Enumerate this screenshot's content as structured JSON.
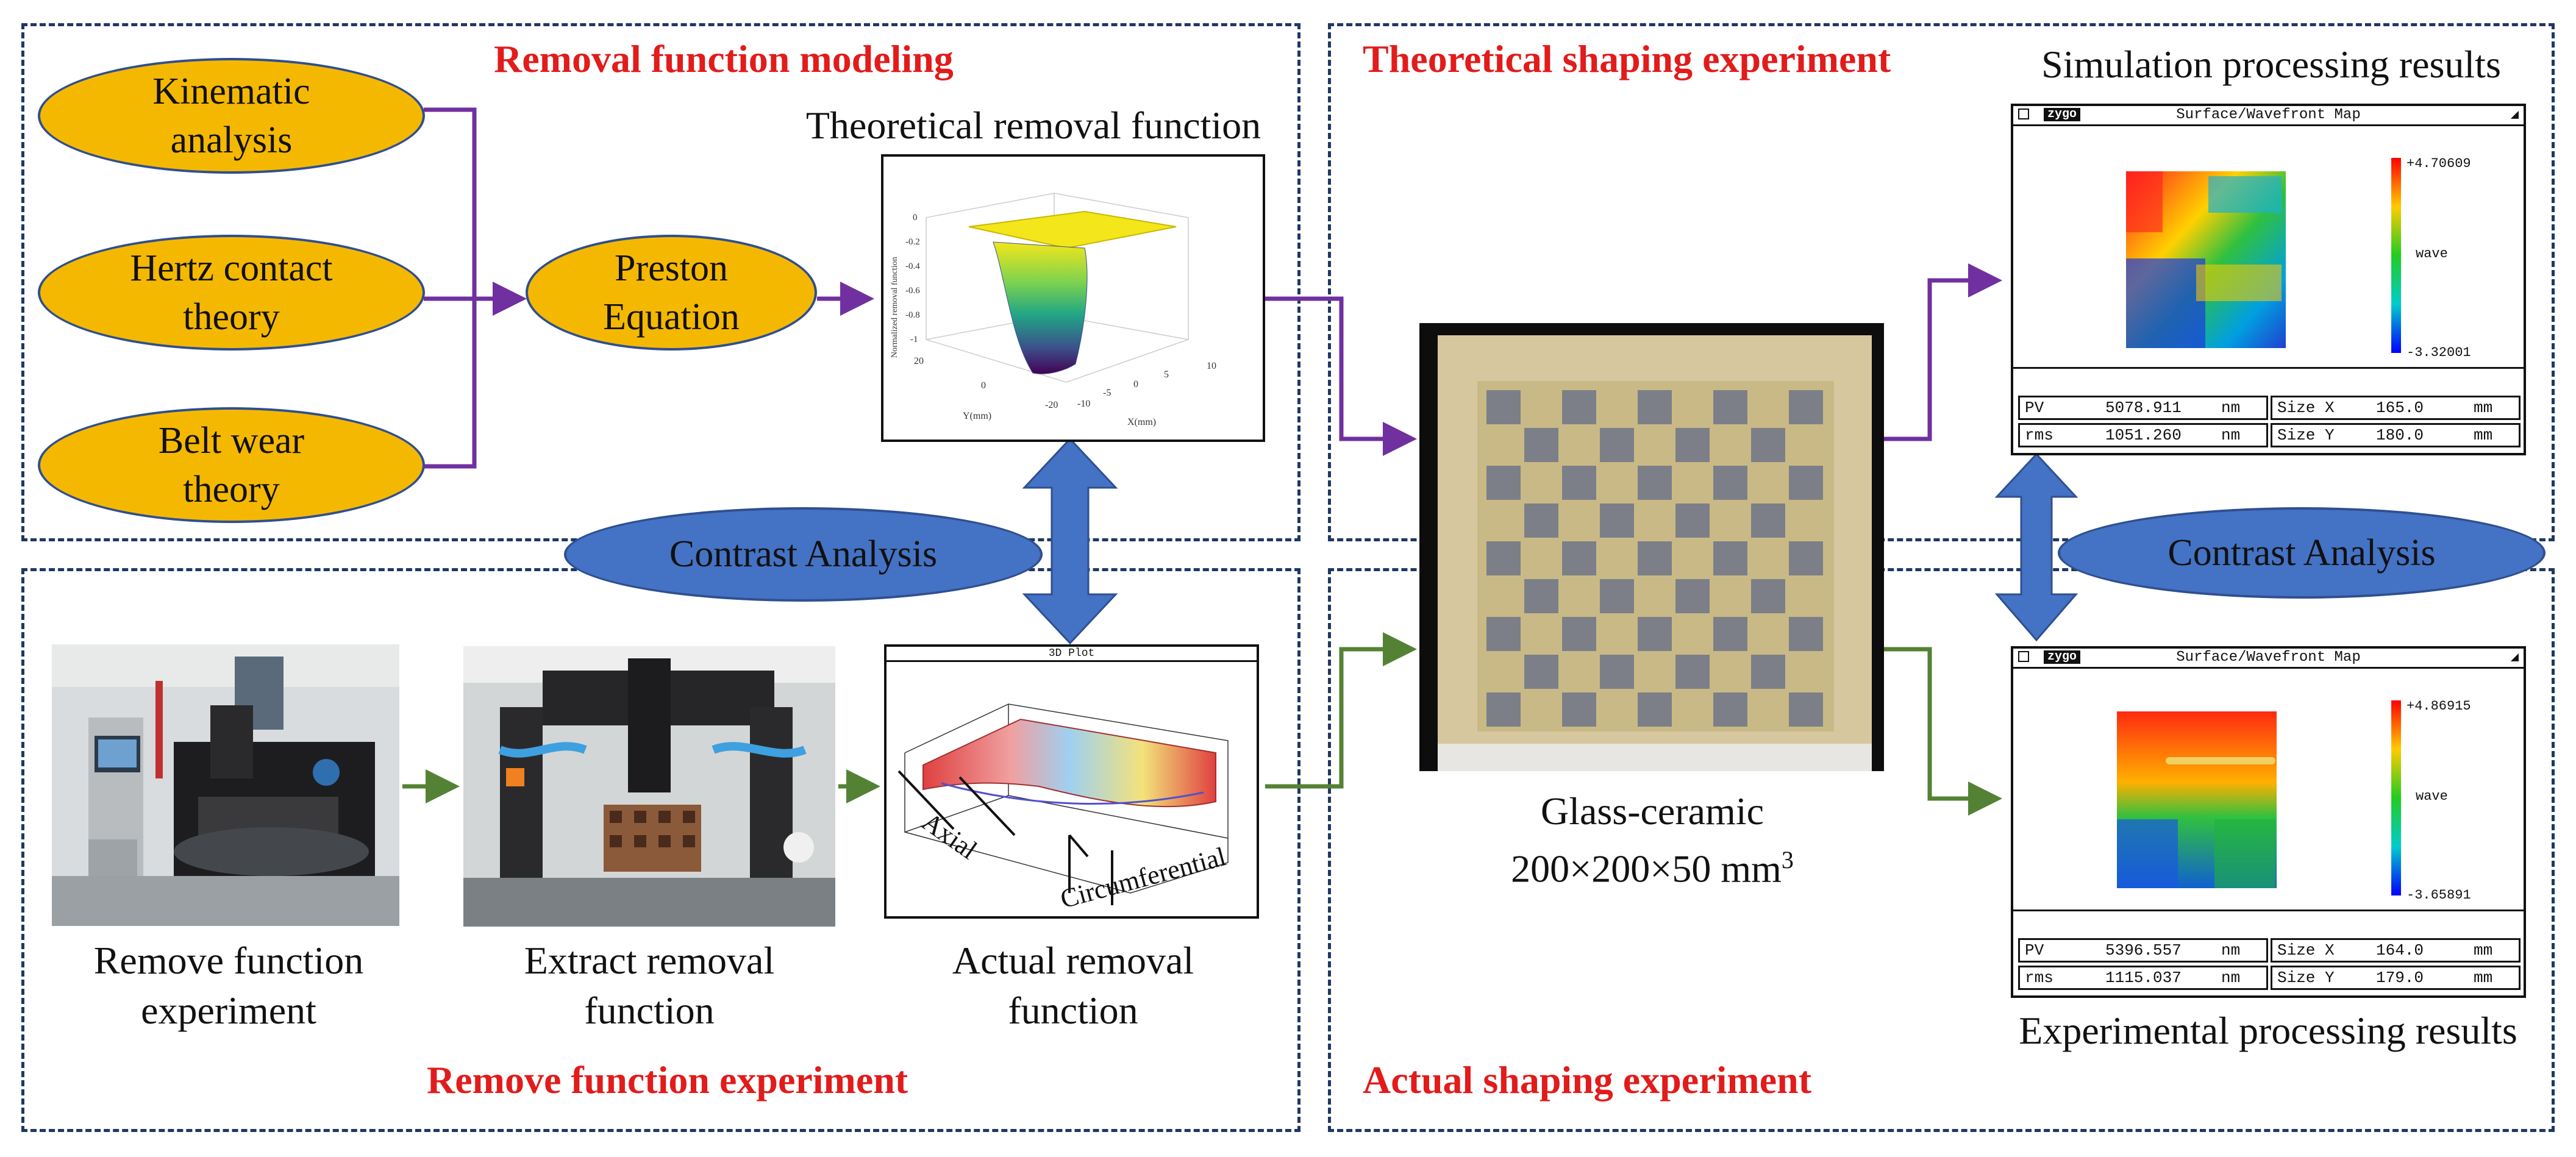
{
  "sections": {
    "modeling_title": "Removal function modeling",
    "theoretical_title": "Theoretical shaping experiment",
    "experiment_title": "Remove function experiment",
    "actual_title": "Actual shaping experiment"
  },
  "ovals": {
    "kinematic": "Kinematic analysis",
    "hertz": "Hertz contact theory",
    "belt": "Belt wear theory",
    "preston": "Preston Equation"
  },
  "contrast_left": "Contrast Analysis",
  "contrast_right": "Contrast Analysis",
  "captions": {
    "theoretical_removal": "Theoretical removal function",
    "remove_experiment": "Remove function experiment",
    "extract_removal": "Extract removal function",
    "actual_removal": "Actual removal function",
    "glass_ceramic_line1": "Glass-ceramic",
    "glass_ceramic_line2": "200×200×50 mm",
    "glass_ceramic_sup": "3",
    "simulation_results": "Simulation processing results",
    "experimental_results": "Experimental processing results"
  },
  "plot3d": {
    "zlabel": "Normalized removal function",
    "z_ticks": [
      "0",
      "-0.2",
      "-0.4",
      "-0.6",
      "-0.8",
      "-1"
    ],
    "xlabel": "X(mm)",
    "ylabel": "Y(mm)",
    "x_ticks": [
      "-10",
      "-5",
      "0",
      "5",
      "10"
    ],
    "y_ticks": [
      "20",
      "0",
      "-20"
    ]
  },
  "actual_plot": {
    "header": "3D Plot",
    "axial": "Axial",
    "circumferential": "Circumferential"
  },
  "zygo_sim": {
    "logo": "zygo",
    "header": "Surface/Wavefront Map",
    "scale_max": "+4.70609",
    "scale_min": "-3.32001",
    "unit": "wave",
    "pv_label": "PV",
    "pv_value": "5078.911",
    "rms_label": "rms",
    "rms_value": "1051.260",
    "nm": "nm",
    "sizex_label": "Size X",
    "sizex_value": "165.0",
    "sizey_label": "Size Y",
    "sizey_value": "180.0",
    "mm": "mm"
  },
  "zygo_exp": {
    "logo": "zygo",
    "header": "Surface/Wavefront Map",
    "scale_max": "+4.86915",
    "scale_min": "-3.65891",
    "unit": "wave",
    "pv_label": "PV",
    "pv_value": "5396.557",
    "rms_label": "rms",
    "rms_value": "1115.037",
    "nm": "nm",
    "sizex_label": "Size X",
    "sizex_value": "164.0",
    "sizey_label": "Size Y",
    "sizey_value": "179.0",
    "mm": "mm"
  },
  "colors": {
    "section_border": "#1f3864",
    "title_red": "#e21b1b",
    "oval_fill": "#f5b800",
    "contrast_fill": "#4472c4",
    "arrow_purple": "#7030a0",
    "arrow_green": "#548235"
  }
}
